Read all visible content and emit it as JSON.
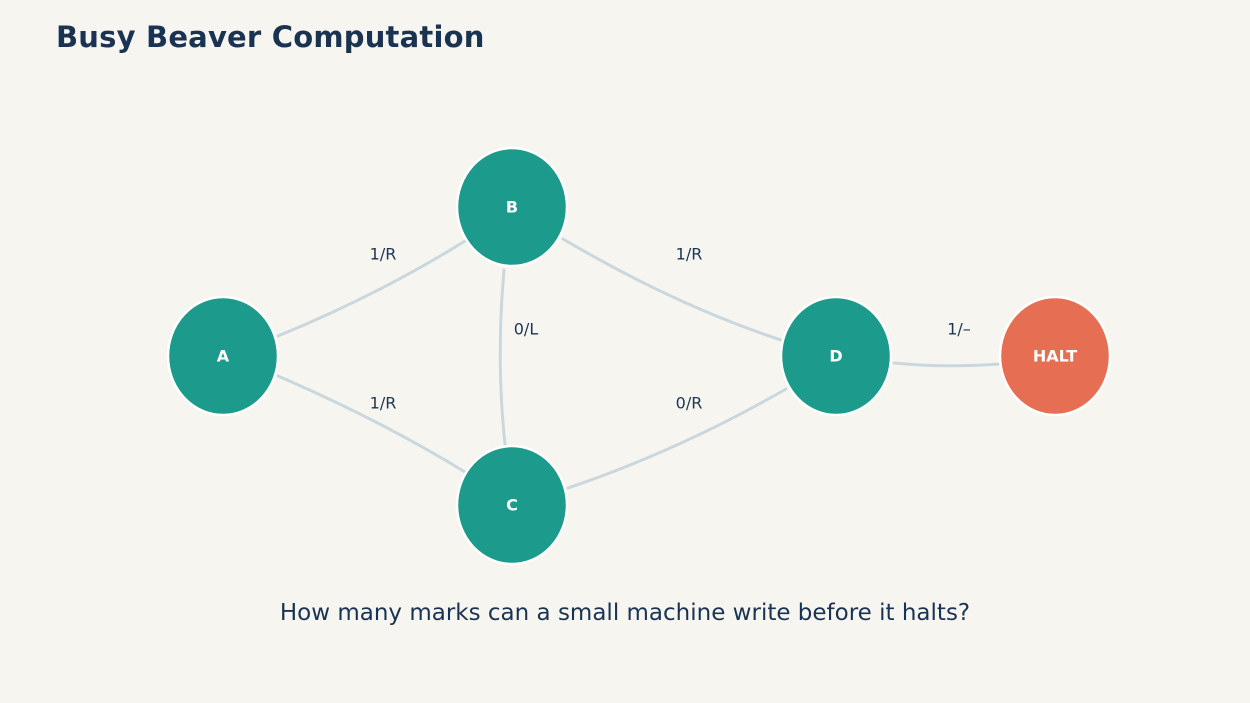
{
  "title": "Busy Beaver Computation",
  "caption": "How many marks can a small machine write before it halts?",
  "colors": {
    "state": "#1c9a8b",
    "halt": "#e66f53",
    "edge": "#cad8de",
    "text": "#1a3352",
    "background": "#f7f5f0"
  },
  "nodes": [
    {
      "id": "A",
      "label": "A",
      "kind": "state"
    },
    {
      "id": "B",
      "label": "B",
      "kind": "state"
    },
    {
      "id": "C",
      "label": "C",
      "kind": "state"
    },
    {
      "id": "D",
      "label": "D",
      "kind": "state"
    },
    {
      "id": "HALT",
      "label": "HALT",
      "kind": "halt"
    }
  ],
  "edges": [
    {
      "from": "A",
      "to": "B",
      "label": "1/R"
    },
    {
      "from": "A",
      "to": "C",
      "label": "1/R"
    },
    {
      "from": "B",
      "to": "C",
      "label": "0/L"
    },
    {
      "from": "B",
      "to": "D",
      "label": "1/R"
    },
    {
      "from": "C",
      "to": "D",
      "label": "0/R"
    },
    {
      "from": "D",
      "to": "HALT",
      "label": "1/–"
    }
  ]
}
